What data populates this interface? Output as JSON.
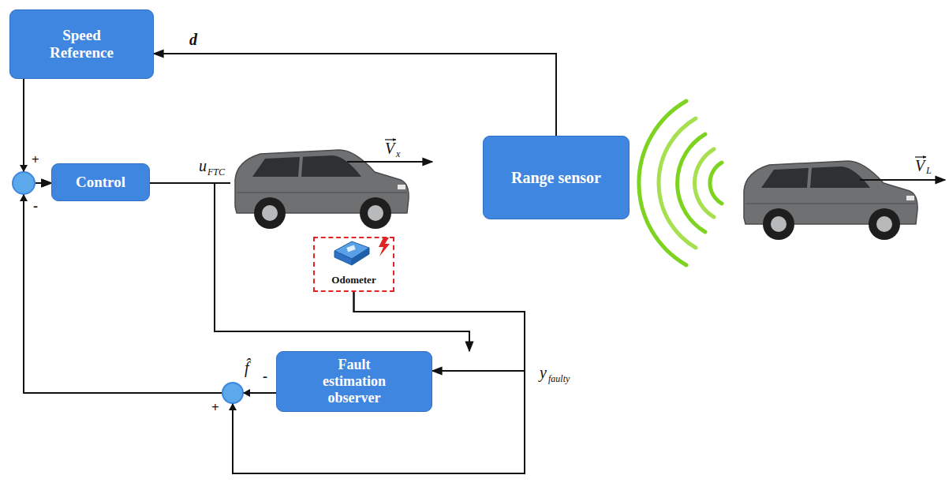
{
  "diagram": {
    "nodes": [
      {
        "text": [
          "Speed Reference"
        ]
      },
      {
        "text": [
          "Control"
        ]
      },
      {
        "text": [
          "Range sensor"
        ]
      },
      {
        "text": [
          "Odometer"
        ]
      },
      {
        "text": [
          "Fault estimation observer"
        ]
      }
    ],
    "edges": [
      {
        "from": 0,
        "to": 1,
        "arrow": "to"
      },
      {
        "from": 4,
        "to": 1,
        "arrow": "to"
      },
      {
        "from": 3,
        "to": 4,
        "arrow": "to"
      },
      {
        "from": 3,
        "to": 1,
        "arrow": "to"
      },
      {
        "from": 1,
        "to": 4,
        "arrow": "to"
      },
      {
        "from": 2,
        "to": 0,
        "label": "d",
        "arrow": "to"
      }
    ],
    "labels": [
      "u",
      "FTC",
      "V",
      "x",
      "V",
      "L",
      "+",
      "-",
      "-",
      "+",
      "f̂",
      "y",
      "faulty"
    ]
  }
}
